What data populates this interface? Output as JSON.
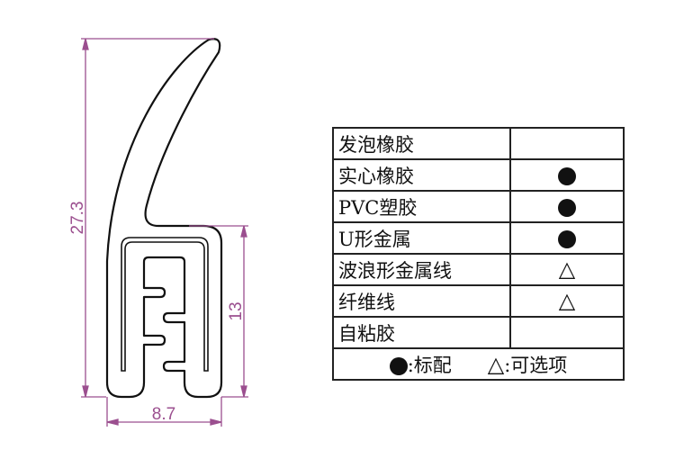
{
  "dimensions": {
    "height_total": "27.3",
    "height_base": "13",
    "width": "8.7"
  },
  "colors": {
    "dimension": "#9b4f8f",
    "outline": "#111111"
  },
  "table": {
    "rows": [
      {
        "name": "发泡橡胶",
        "mark": ""
      },
      {
        "name": "实心橡胶",
        "mark": "standard"
      },
      {
        "name": "PVC塑胶",
        "mark": "standard"
      },
      {
        "name": "U形金属",
        "mark": "standard"
      },
      {
        "name": "波浪形金属线",
        "mark": "optional"
      },
      {
        "name": "纤维线",
        "mark": "optional"
      },
      {
        "name": "自粘胶",
        "mark": ""
      }
    ],
    "legend": {
      "standard_symbol": "●",
      "standard_label": ":标配",
      "optional_symbol": "△",
      "optional_label": ":可选项"
    }
  }
}
